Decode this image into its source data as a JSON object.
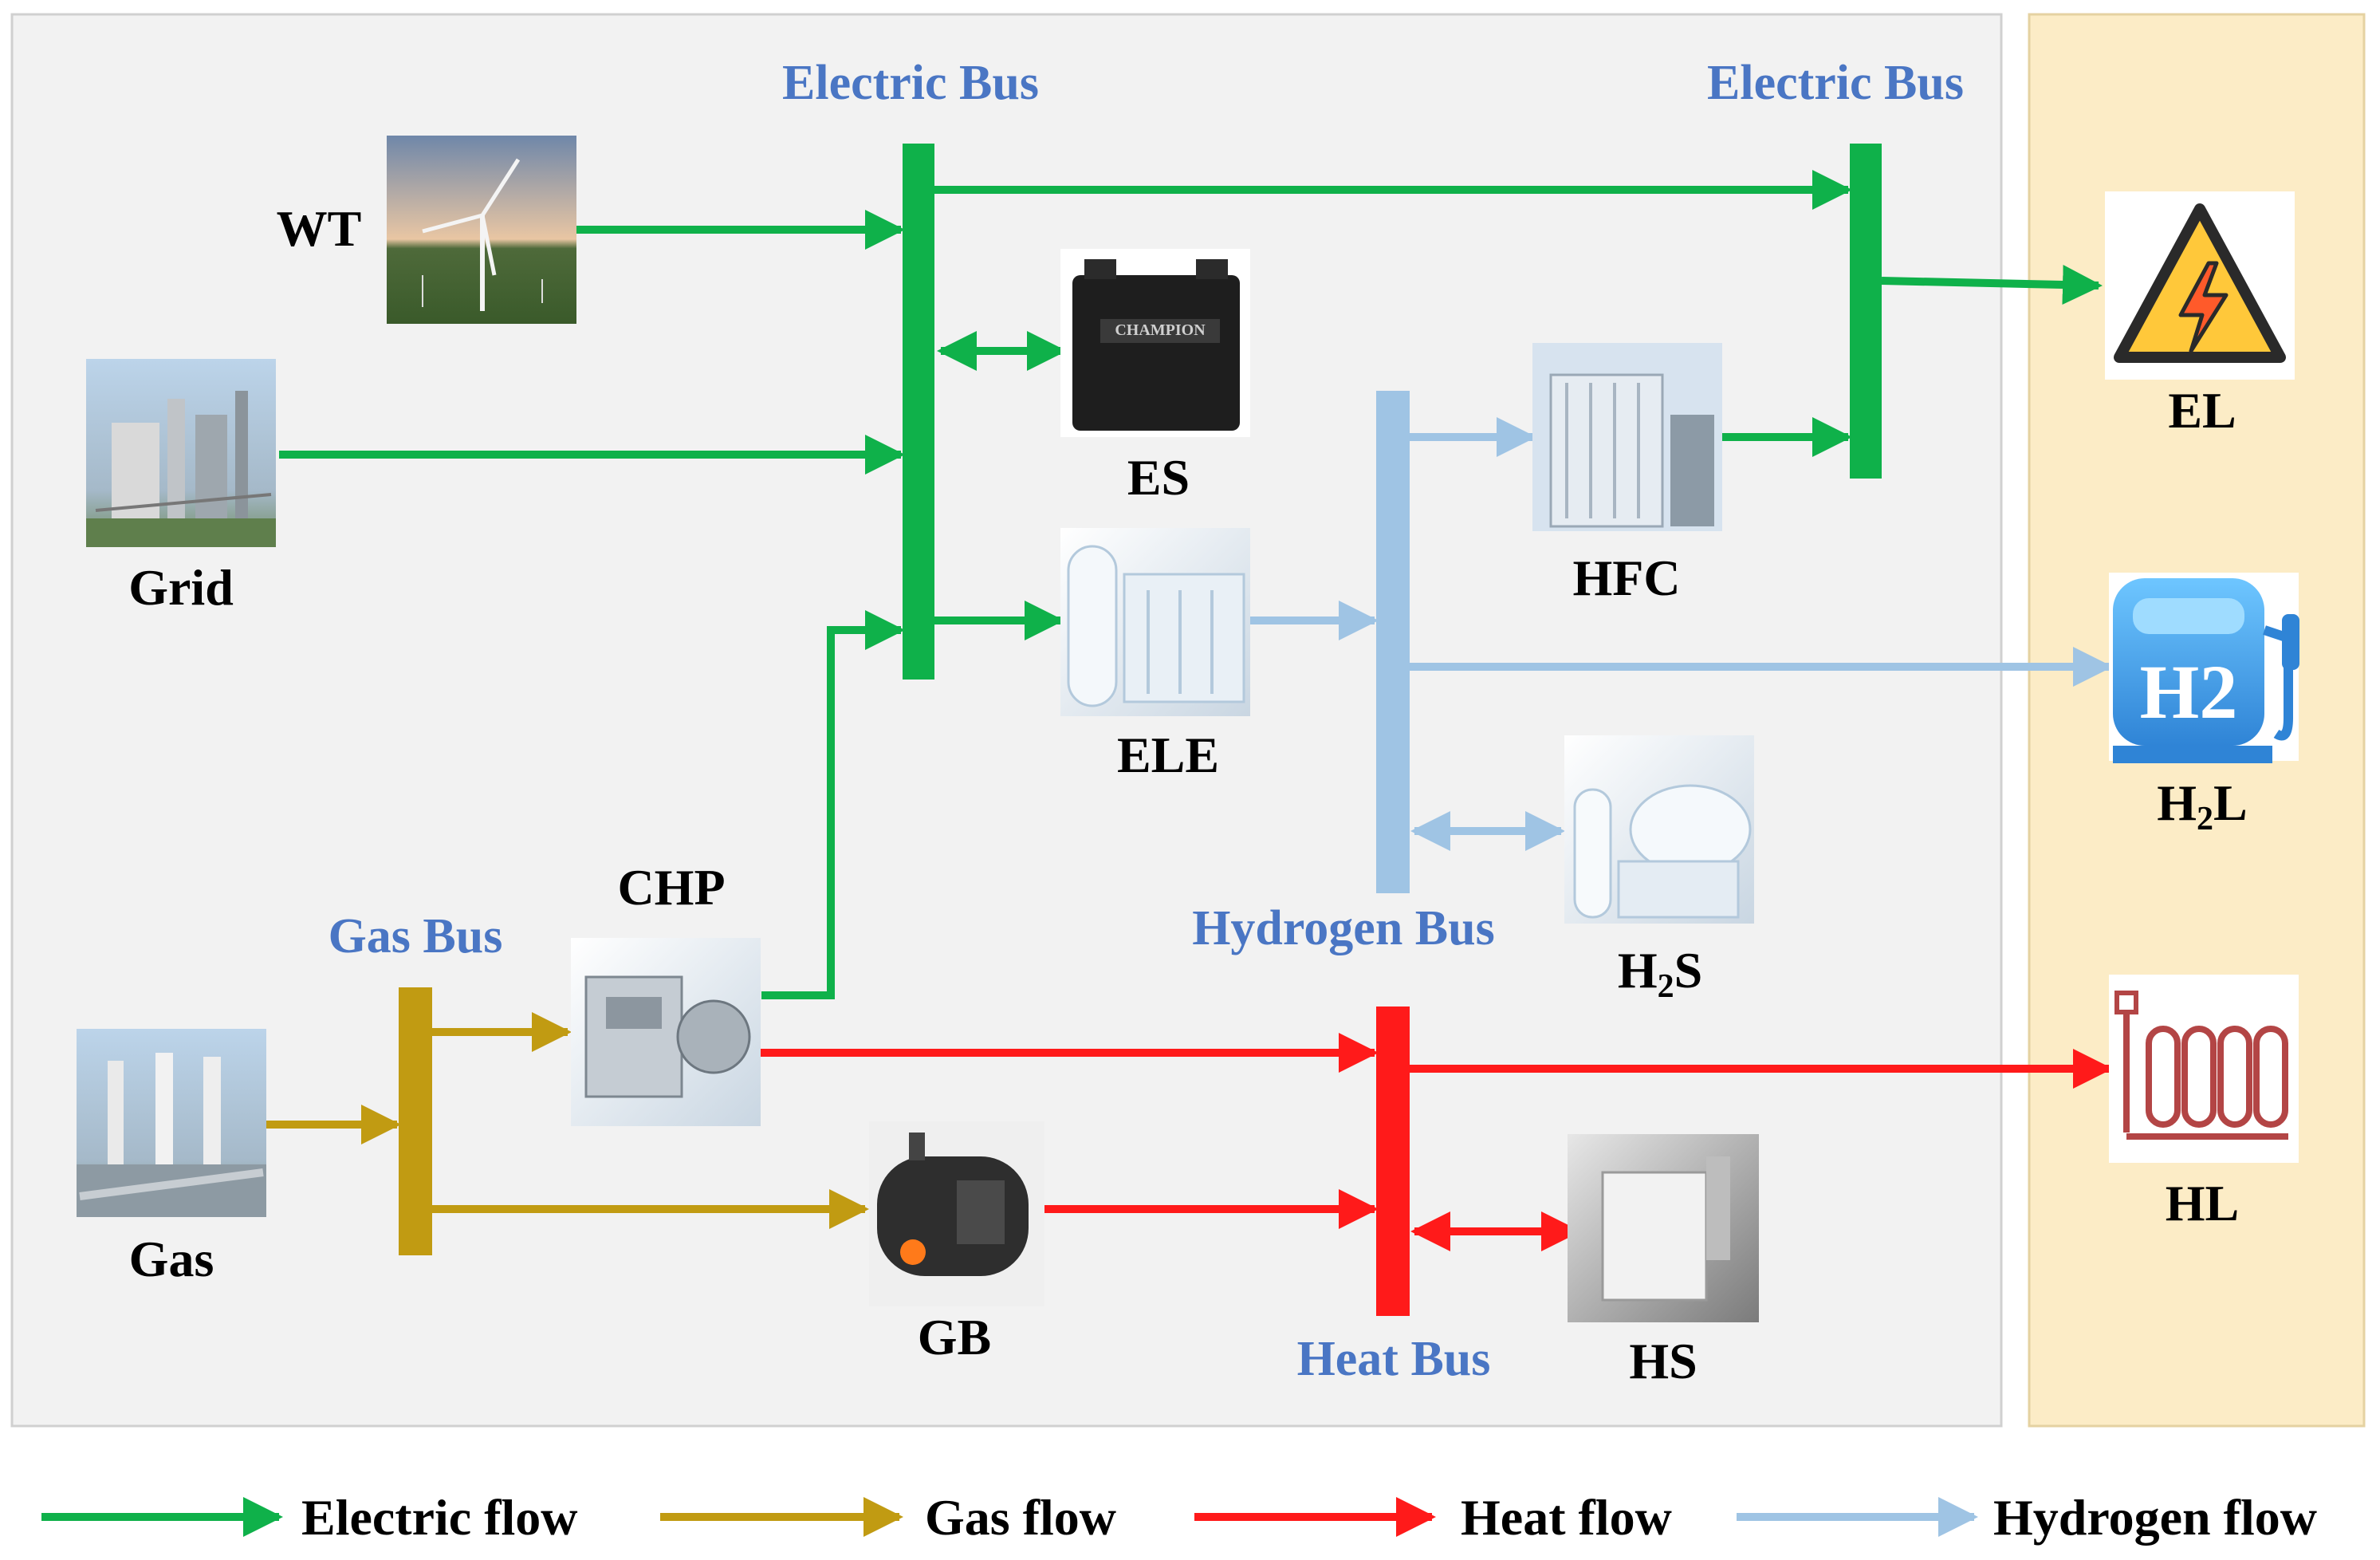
{
  "buses": {
    "electric_left": "Electric Bus",
    "electric_right": "Electric Bus",
    "hydrogen": "Hydrogen Bus",
    "gas": "Gas Bus",
    "heat": "Heat Bus"
  },
  "components": {
    "wt": "WT",
    "grid": "Grid",
    "gas": "Gas",
    "es": "ES",
    "ele": "ELE",
    "hfc": "HFC",
    "chp": "CHP",
    "gb": "GB",
    "hs": "HS",
    "h2s_pre": "H",
    "h2s_sub": "2",
    "h2s_post": "S"
  },
  "loads": {
    "el": "EL",
    "h2l_pre": "H",
    "h2l_sub": "2",
    "h2l_post": "L",
    "hl": "HL",
    "h2_icon_text": "H2"
  },
  "legend": {
    "electric": "Electric flow",
    "gas": "Gas flow",
    "heat": "Heat flow",
    "hydrogen": "Hydrogen flow"
  },
  "colors": {
    "electric": "#0fb14a",
    "gas": "#c19b12",
    "heat": "#ff1a1a",
    "hydrogen": "#9fc4e4",
    "bus_label": "#4a76c4",
    "system_panel": "#f2f2f2",
    "load_panel": "#fcecc6"
  },
  "icons": {
    "wt": "wind-turbine-photo",
    "grid": "power-plant-photo",
    "gas": "gas-plant-photo",
    "es": "battery-photo",
    "ele": "electrolyzer-photo",
    "hfc": "fuel-cell-photo",
    "h2s": "hydrogen-tank-photo",
    "chp": "chp-unit-photo",
    "gb": "gas-boiler-photo",
    "hs": "heat-storage-photo",
    "el": "electric-hazard-icon",
    "h2l": "hydrogen-pump-icon",
    "hl": "radiator-icon"
  }
}
